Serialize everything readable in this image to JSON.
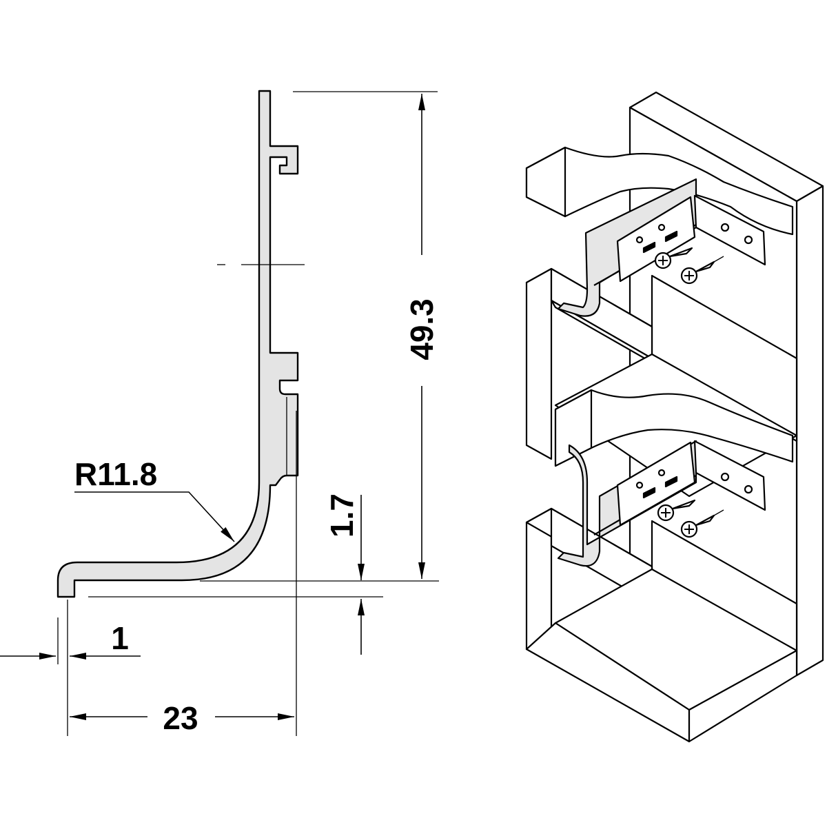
{
  "diagram": {
    "dimensions": {
      "height_label": "49.3",
      "radius_label": "R11.8",
      "offset_label": "1.7",
      "thickness_label": "1",
      "width_label": "23"
    },
    "colors": {
      "profile_fill": "#e4e4e4",
      "wood_face": "#ffffff",
      "wood_shade": "#e6e6e6",
      "line": "#000000"
    }
  }
}
